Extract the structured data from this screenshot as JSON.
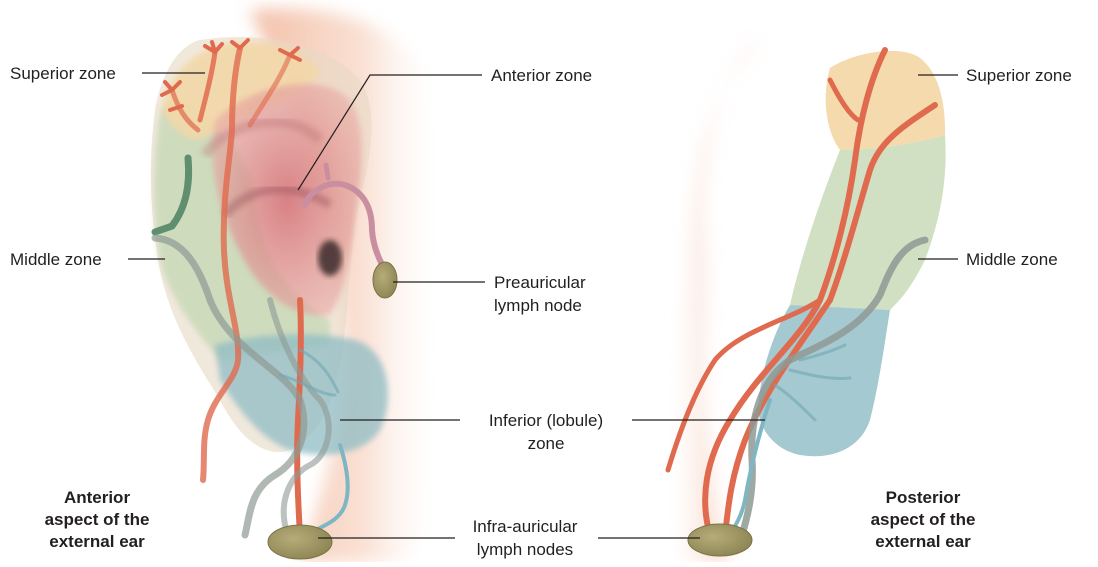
{
  "labels": {
    "superior_zone_left": "Superior zone",
    "middle_zone_left": "Middle zone",
    "anterior_zone": "Anterior zone",
    "preauricular_line1": "Preauricular",
    "preauricular_line2": "lymph node",
    "inferior_line1": "Inferior (lobule)",
    "inferior_line2": "zone",
    "infra_line1": "Infra-auricular",
    "infra_line2": "lymph nodes",
    "superior_zone_right": "Superior zone",
    "middle_zone_right": "Middle zone"
  },
  "captions": {
    "anterior": [
      "Anterior",
      "aspect of the",
      "external ear"
    ],
    "posterior": [
      "Posterior",
      "aspect of the",
      "external ear"
    ]
  },
  "colors": {
    "superior_zone": "#f3d8a8",
    "anterior_zone": "#d98a8c",
    "middle_zone": "#c9d9b8",
    "inferior_zone": "#8fbcc4",
    "skin": "#f2c2a8",
    "vessel_red": "#e06a4e",
    "vessel_grey": "#8e9a94",
    "vessel_blue": "#7fb6c4",
    "vessel_green": "#5f8f6f",
    "vessel_pink": "#c98fa0",
    "lymph_node": "#a39a64"
  }
}
